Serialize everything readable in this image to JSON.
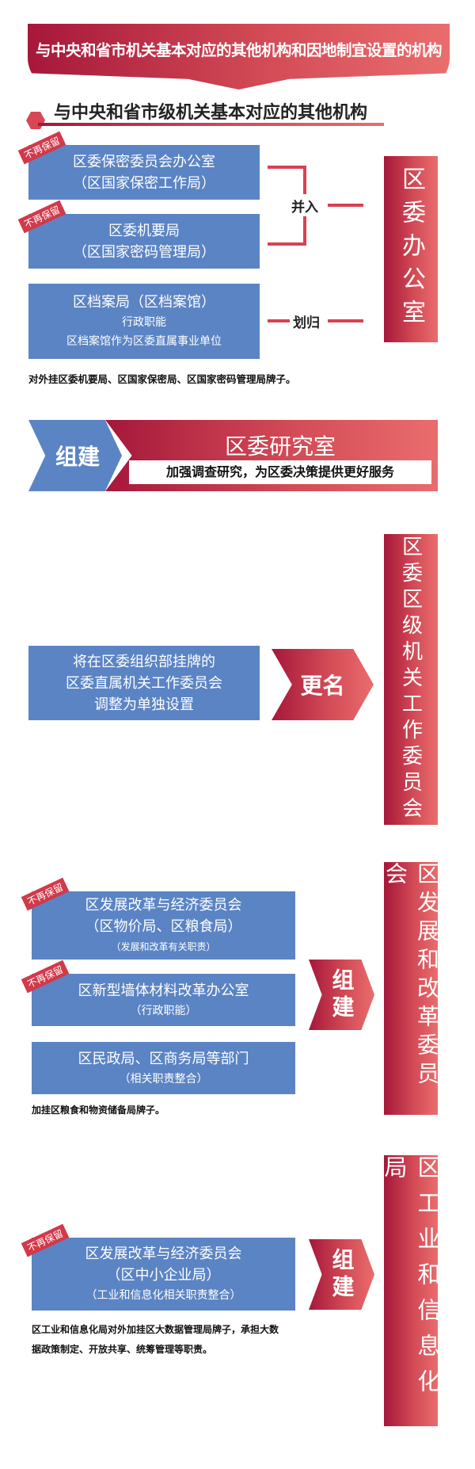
{
  "header": {
    "title": "与中央和省市机关基本对应的其他机构和因地制宜设置的机构"
  },
  "section1": {
    "title": "与中央和省市级机关基本对应的其他机构",
    "badge": "不再保留",
    "boxes": [
      {
        "line1": "区委保密委员会办公室",
        "line2": "（区国家保密工作局）"
      },
      {
        "line1": "区委机要局",
        "line2": "（区国家密码管理局）"
      },
      {
        "line1": "区档案局（区档案馆）",
        "line2": "行政职能",
        "line3": "区档案馆作为区委直属事业单位"
      }
    ],
    "merge_label": "并入",
    "transfer_label": "划归",
    "target": "区委办公室",
    "note": "对外挂区委机要局、区国家保密局、区国家密码管理局牌子。"
  },
  "section2": {
    "action": "组建",
    "title": "区委研究室",
    "subtitle": "加强调查研究，为区委决策提供更好服务"
  },
  "section3": {
    "box": {
      "line1": "将在区委组织部挂牌的",
      "line2": "区委直属机关工作委员会",
      "line3": "调整为单独设置"
    },
    "action": "更名",
    "target": "区委区级机关工作委员会"
  },
  "section4": {
    "badge": "不再保留",
    "boxes": [
      {
        "line1": "区发展改革与经济委员会",
        "line2": "（区物价局、区粮食局）",
        "line3": "（发展和改革有关职责）"
      },
      {
        "line1": "区新型墙体材料改革办公室",
        "line2": "（行政职能）"
      },
      {
        "line1": "区民政局、区商务局等部门",
        "line2": "（相关职责整合）"
      }
    ],
    "action": "组建",
    "target": "区发展和改革委员会",
    "note": "加挂区粮食和物资储备局牌子。"
  },
  "section5": {
    "badge": "不再保留",
    "box": {
      "line1": "区发展改革与经济委员会",
      "line2": "（区中小企业局）",
      "line3": "（工业和信息化相关职责整合）"
    },
    "action": "组建",
    "target": "区工业和信息化局",
    "note1": "区工业和信息化局对外加挂区大数据管理局牌子，承担大数",
    "note2": "据政策制定、开放共享、统筹管理等职责。"
  },
  "colors": {
    "blue": "#5b84c4",
    "red_dark": "#a6173a",
    "red_light": "#ea6d6d"
  }
}
